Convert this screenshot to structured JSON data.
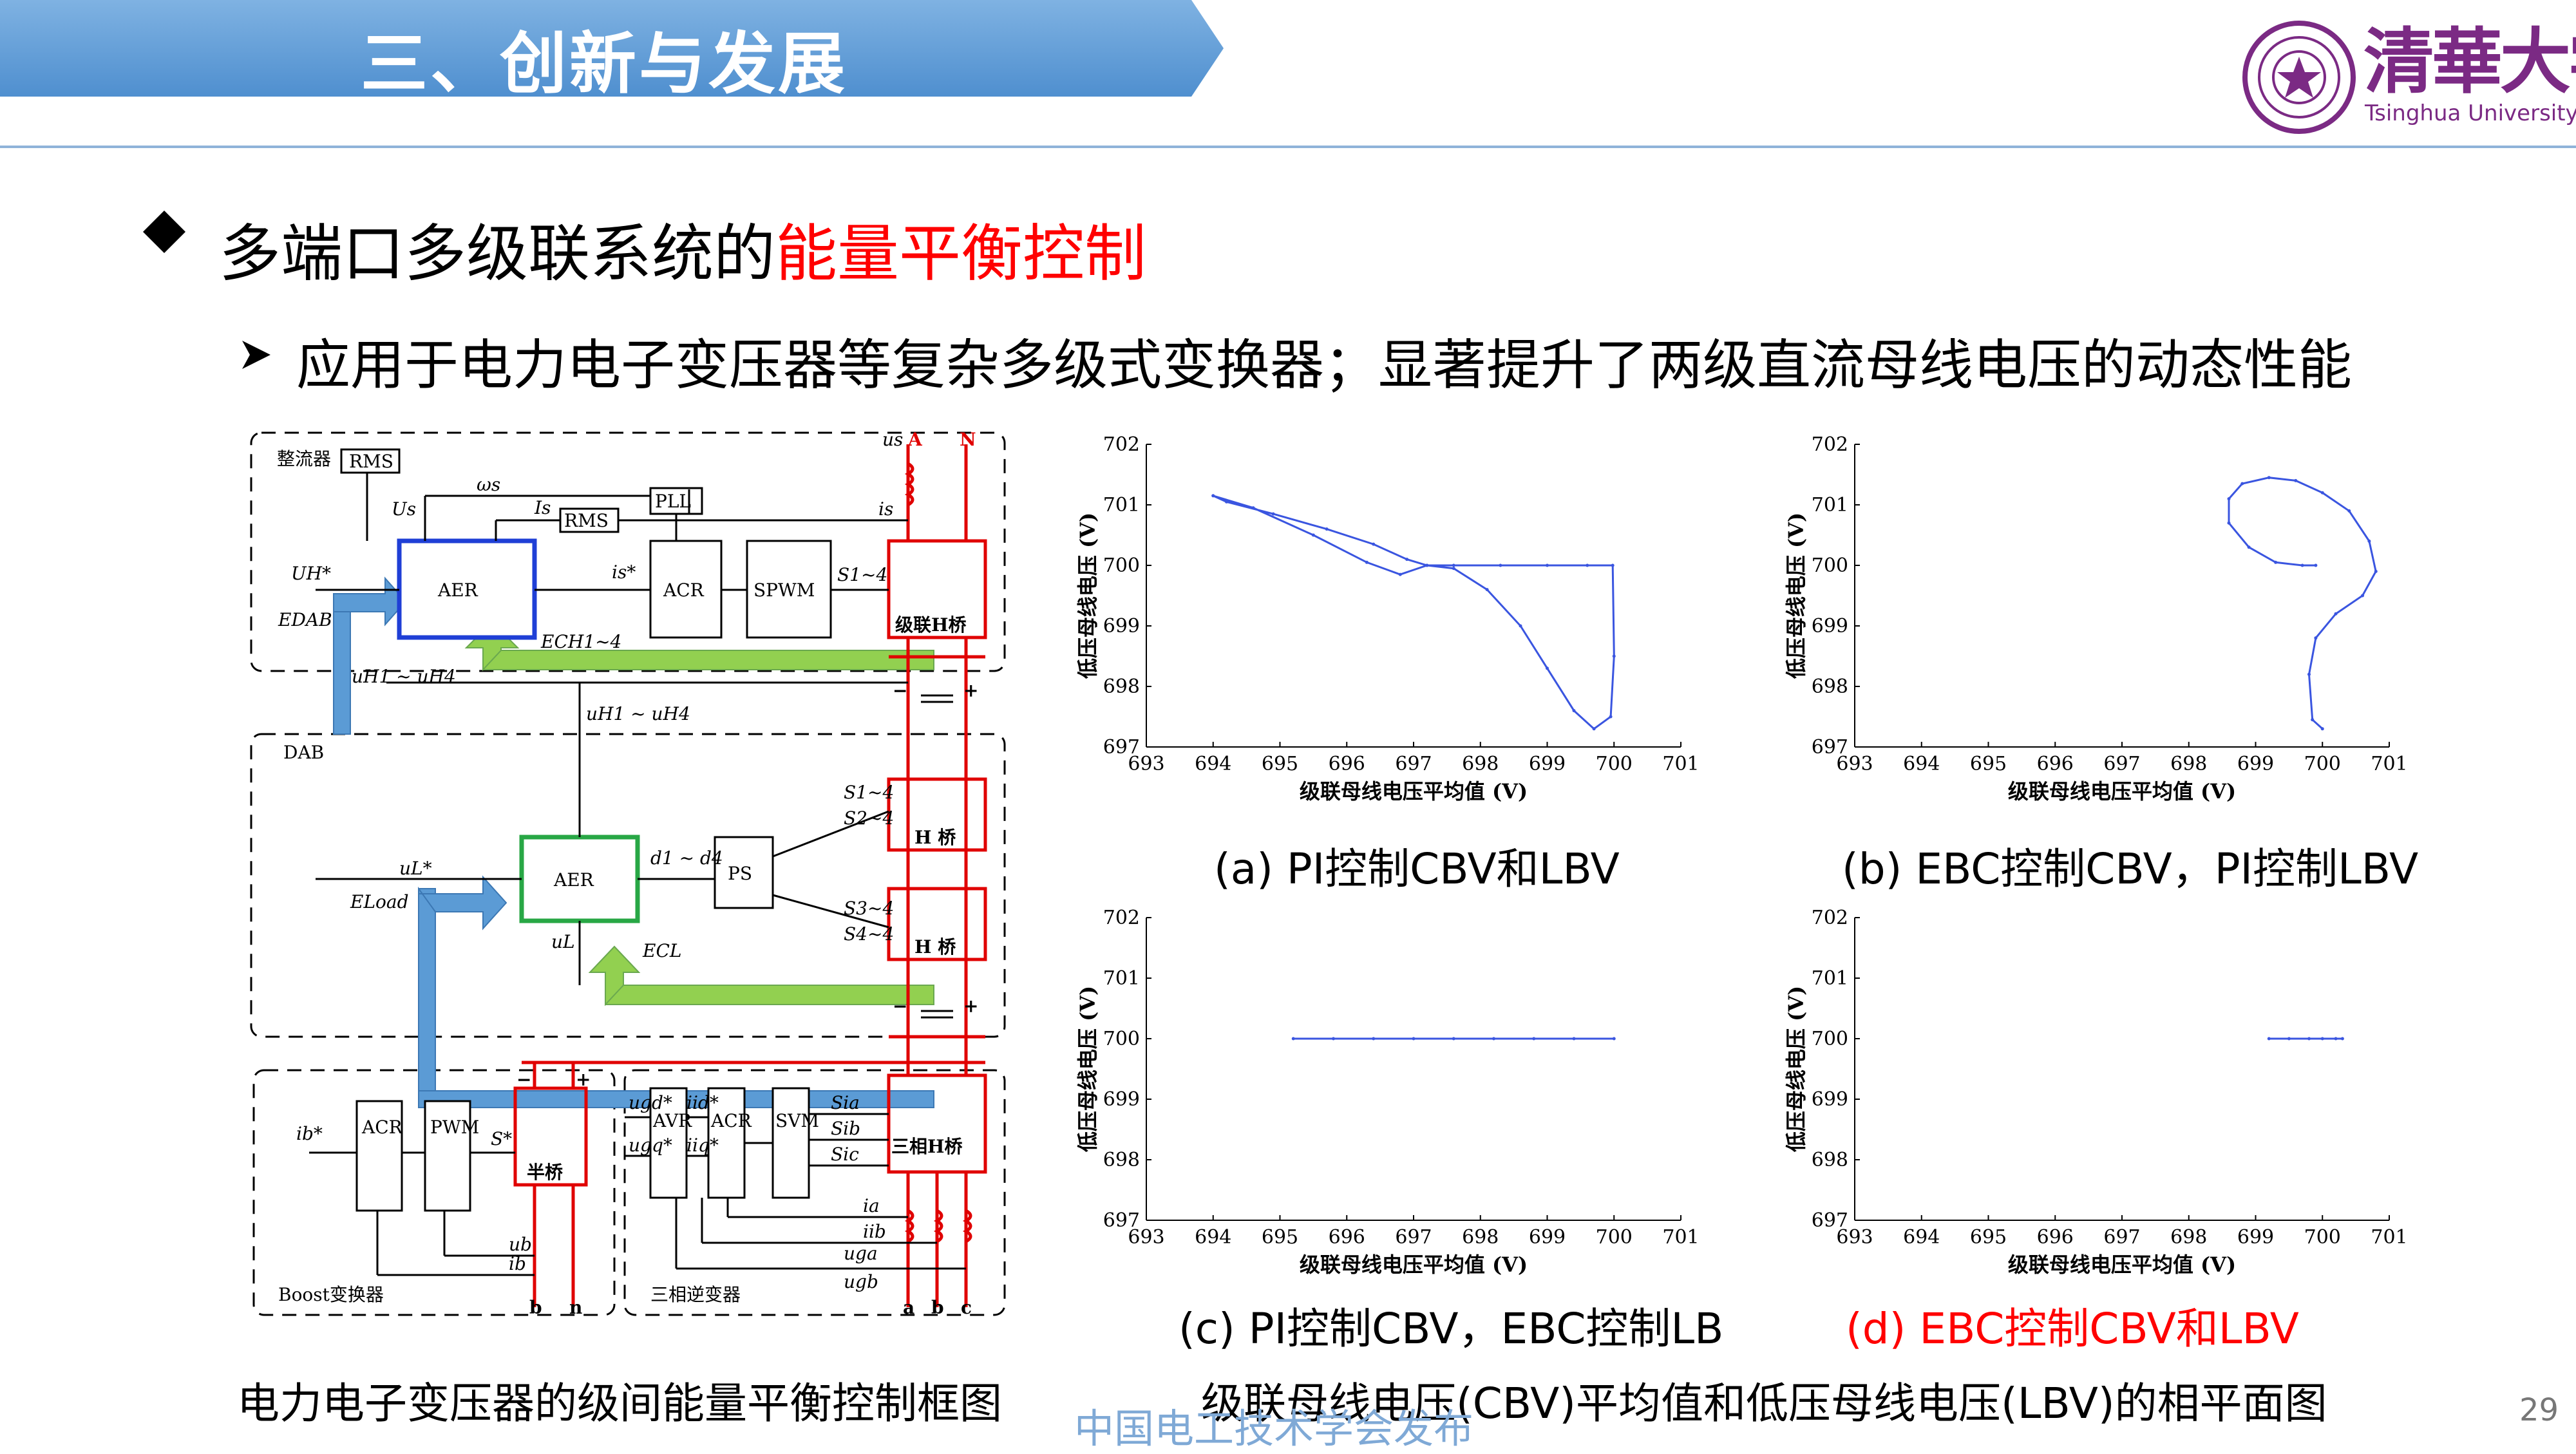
{
  "header": {
    "section_title": "三、创新与发展",
    "logo_cn": "清華大学",
    "logo_en": "Tsinghua University",
    "banner_color": "#5b9bd5"
  },
  "bullet1": {
    "prefix": "多端口多级联系统的",
    "highlight": "能量平衡控制",
    "highlight_color": "#ff0000"
  },
  "bullet2": {
    "text": "应用于电力电子变压器等复杂多级式变换器；显著提升了两级直流母线电压的动态性能"
  },
  "diagram": {
    "caption": "电力电子变压器的级间能量平衡控制框图",
    "labels": {
      "rectifier": "整流器",
      "dab": "DAB",
      "boost": "Boost变换器",
      "inverter": "三相逆变器",
      "rms": "RMS",
      "pll": "PLL",
      "aer": "AER",
      "acr": "ACR",
      "spwm": "SPWM",
      "ps": "PS",
      "pwm": "PWM",
      "avr": "AVR",
      "svm": "SVM",
      "cascade_h": "级联H桥",
      "h_bridge": "H 桥",
      "half_bridge": "半桥",
      "three_phase_h": "三相H桥",
      "us": "us",
      "A": "A",
      "N": "N",
      "Us": "Us",
      "omega_s": "ωs",
      "Is": "Is",
      "is": "is",
      "is_ref": "is*",
      "uh_ref": "UH*",
      "edab": "EDAB",
      "ech": "ECH1~4",
      "uh_range": "uH1 ~ uH4",
      "s14": "S1~4",
      "sa": "S1~4",
      "sb": "S2~4",
      "sc": "S3~4",
      "sd": "S4~4",
      "d_range": "d1 ~ d4",
      "ul_ref": "uL*",
      "eload": "ELoad",
      "ul": "uL",
      "ecl": "ECL",
      "ib_ref": "ib*",
      "s_lbl": "S*",
      "ub": "ub",
      "ib": "ib",
      "b": "b",
      "n": "n",
      "ugd": "ugd*",
      "ugq": "ugq*",
      "iid": "iid*",
      "iiq": "iiq*",
      "sia": "Sia",
      "sib": "Sib",
      "sic": "Sic",
      "ia": "ia",
      "iib": "iib",
      "uga": "uga",
      "ugb": "ugb",
      "a": "a",
      "c": "c",
      "plus": "+",
      "minus": "−"
    }
  },
  "plots_caption": "级联母线电压(CBV)平均值和低压母线电压(LBV)的相平面图",
  "watermark": "中国电工技术学会发布",
  "page_number": "29",
  "chart_data": [
    {
      "type": "line",
      "caption": "(a) PI控制CBV和LBV",
      "xlabel": "级联母线电压平均值 (V)",
      "ylabel": "低压母线电压 (V)",
      "xlim": [
        693,
        701
      ],
      "ylim": [
        697,
        702
      ],
      "xticks": [
        "693",
        "694",
        "695",
        "696",
        "697",
        "698",
        "699",
        "700",
        "701"
      ],
      "yticks": [
        "697",
        "698",
        "699",
        "700",
        "701",
        "702"
      ],
      "series": [
        {
          "color": "#3a55e0",
          "x": [
            694.0,
            694.6,
            695.5,
            696.3,
            696.8,
            697.2,
            697.6,
            698.1,
            698.6,
            699.0,
            699.4,
            699.7,
            699.95,
            700.0,
            699.98,
            699.6,
            699.0,
            698.3,
            697.6,
            697.2,
            696.9,
            696.4,
            695.7,
            694.9,
            694.2,
            694.0
          ],
          "y": [
            701.15,
            700.95,
            700.5,
            700.05,
            699.85,
            700.0,
            699.95,
            699.6,
            699.0,
            698.3,
            697.6,
            697.3,
            697.5,
            698.5,
            700.0,
            700.0,
            700.0,
            700.0,
            700.0,
            700.0,
            700.1,
            700.35,
            700.6,
            700.85,
            701.05,
            701.15
          ]
        }
      ]
    },
    {
      "type": "line",
      "caption": "(b) EBC控制CBV，PI控制LBV",
      "xlabel": "级联母线电压平均值 (V)",
      "ylabel": "低压母线电压 (V)",
      "xlim": [
        693,
        701
      ],
      "ylim": [
        697,
        702
      ],
      "xticks": [
        "693",
        "694",
        "695",
        "696",
        "697",
        "698",
        "699",
        "700",
        "701"
      ],
      "yticks": [
        "697",
        "698",
        "699",
        "700",
        "701",
        "702"
      ],
      "series": [
        {
          "color": "#3a55e0",
          "x": [
            699.9,
            699.7,
            699.3,
            698.9,
            698.6,
            698.6,
            698.8,
            699.2,
            699.6,
            700.0,
            700.4,
            700.7,
            700.8,
            700.6,
            700.2,
            699.9,
            699.8,
            699.85,
            700.0
          ],
          "y": [
            700.0,
            700.0,
            700.05,
            700.3,
            700.7,
            701.1,
            701.35,
            701.45,
            701.4,
            701.2,
            700.9,
            700.4,
            699.9,
            699.5,
            699.2,
            698.8,
            698.2,
            697.45,
            697.3
          ]
        }
      ]
    },
    {
      "type": "line",
      "caption": "(c) PI控制CBV，EBC控制LB",
      "xlabel": "级联母线电压平均值 (V)",
      "ylabel": "低压母线电压 (V)",
      "xlim": [
        693,
        701
      ],
      "ylim": [
        697,
        702
      ],
      "xticks": [
        "693",
        "694",
        "695",
        "696",
        "697",
        "698",
        "699",
        "700",
        "701"
      ],
      "yticks": [
        "697",
        "698",
        "699",
        "700",
        "701",
        "702"
      ],
      "series": [
        {
          "color": "#3a55e0",
          "x": [
            695.2,
            695.8,
            696.4,
            697.0,
            697.6,
            698.2,
            698.8,
            699.4,
            700.0
          ],
          "y": [
            700.0,
            700.0,
            700.0,
            700.0,
            700.0,
            700.0,
            700.0,
            700.0,
            700.0
          ]
        }
      ]
    },
    {
      "type": "line",
      "caption": "(d) EBC控制CBV和LBV",
      "caption_color": "#ff0000",
      "xlabel": "级联母线电压平均值 (V)",
      "ylabel": "低压母线电压 (V)",
      "xlim": [
        693,
        701
      ],
      "ylim": [
        697,
        702
      ],
      "xticks": [
        "693",
        "694",
        "695",
        "696",
        "697",
        "698",
        "699",
        "700",
        "701"
      ],
      "yticks": [
        "697",
        "698",
        "699",
        "700",
        "701",
        "702"
      ],
      "series": [
        {
          "color": "#3a55e0",
          "x": [
            699.2,
            699.5,
            699.8,
            700.0,
            700.2,
            700.3
          ],
          "y": [
            700.0,
            700.0,
            700.0,
            700.0,
            700.0,
            700.0
          ]
        }
      ]
    }
  ]
}
